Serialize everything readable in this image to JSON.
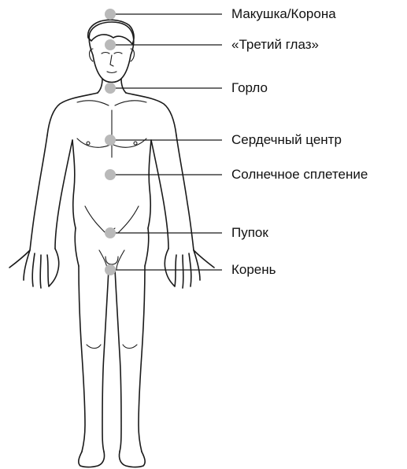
{
  "colors": {
    "dot": "#b9b9b9",
    "line": "#1a1a1a",
    "text": "#111111",
    "background": "#ffffff"
  },
  "chakras": [
    {
      "id": "crown",
      "label": "Макушка/Корона"
    },
    {
      "id": "third-eye",
      "label": "«Третий глаз»"
    },
    {
      "id": "throat",
      "label": "Горло"
    },
    {
      "id": "heart",
      "label": "Сердечный центр"
    },
    {
      "id": "solar-plexus",
      "label": "Солнечное сплетение"
    },
    {
      "id": "navel",
      "label": "Пупок"
    },
    {
      "id": "root",
      "label": "Корень"
    }
  ]
}
